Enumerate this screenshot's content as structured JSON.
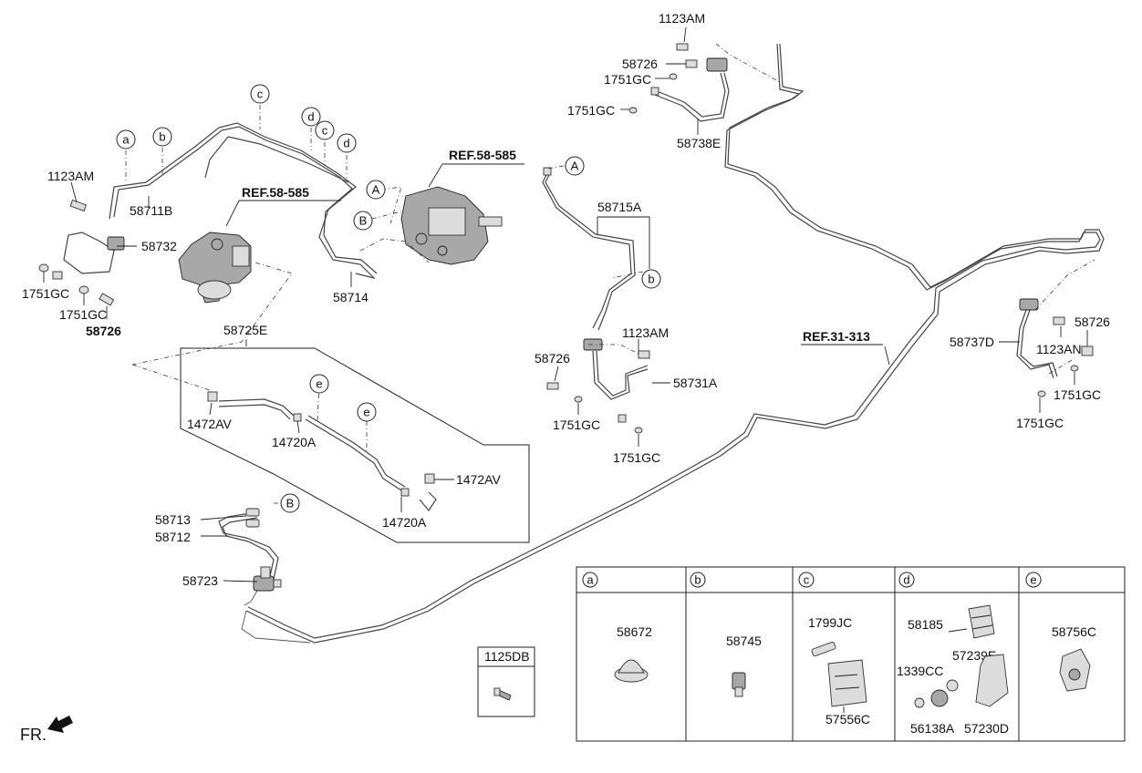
{
  "callouts": {
    "c_top": "c",
    "a1": "a",
    "b1": "b",
    "d1": "d",
    "c2": "c",
    "d2": "d",
    "A1": "A",
    "B1": "B",
    "A2": "A",
    "b2": "b",
    "e1": "e",
    "e2": "e",
    "B2": "B"
  },
  "labels": {
    "l_1123AM_left": "1123AM",
    "l_58711B": "58711B",
    "l_58732": "58732",
    "l_1751GC_a": "1751GC",
    "l_1751GC_b": "1751GC",
    "l_58726_left": "58726",
    "l_58714": "58714",
    "l_58725E": "58725E",
    "l_1472AV_a": "1472AV",
    "l_14720A_a": "14720A",
    "l_1472AV_b": "1472AV",
    "l_14720A_b": "14720A",
    "l_58713": "58713",
    "l_58712": "58712",
    "l_58723": "58723",
    "l_1123AM_top": "1123AM",
    "l_58726_top": "58726",
    "l_1751GC_top1": "1751GC",
    "l_1751GC_top2": "1751GC",
    "l_58738E": "58738E",
    "l_58715A": "58715A",
    "l_1123AM_mid": "1123AM",
    "l_58726_mid": "58726",
    "l_58731A": "58731A",
    "l_1751GC_mid1": "1751GC",
    "l_1751GC_mid2": "1751GC",
    "l_58737D": "58737D",
    "l_58726_right": "58726",
    "l_1123AN": "1123AN",
    "l_1751GC_r1": "1751GC",
    "l_1751GC_r2": "1751GC",
    "l_1125DB": "1125DB",
    "l_FR": "FR."
  },
  "refs": {
    "ref1": "REF.58-585",
    "ref2": "REF.58-585",
    "ref3": "REF.31-313"
  },
  "legend": {
    "columns": [
      {
        "letter": "a",
        "parts": [
          "58672"
        ]
      },
      {
        "letter": "b",
        "parts": [
          "58745"
        ]
      },
      {
        "letter": "c",
        "parts": [
          "1799JC",
          "57556C"
        ]
      },
      {
        "letter": "d",
        "parts": [
          "58185",
          "57239E",
          "1339CC",
          "56138A",
          "57230D"
        ]
      },
      {
        "letter": "e",
        "parts": [
          "58756C"
        ]
      }
    ]
  }
}
